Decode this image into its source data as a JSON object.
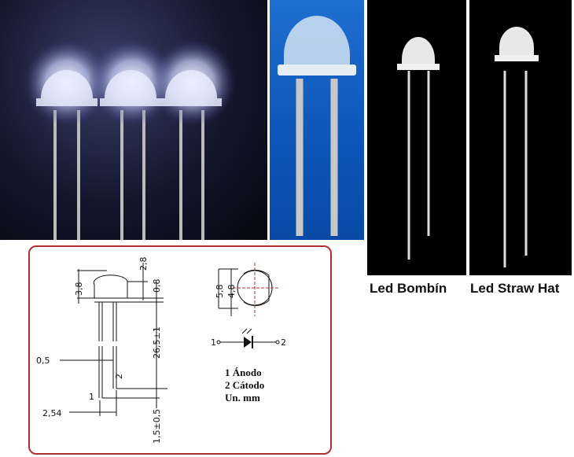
{
  "labels": {
    "bombin": "Led Bombín",
    "straw_hat": "Led Straw Hat"
  },
  "diagram": {
    "dims": {
      "height_dome": "3,8",
      "dome_top": "2,8",
      "flange": "0,8",
      "lead_length": "26,5±1",
      "lead_width": "0,5",
      "pitch": "2,54",
      "lead_diff": "1,5±0,5",
      "outer_dia": "5,8",
      "inner_dia": "4,8"
    },
    "pins": {
      "pin1": "1",
      "pin2": "2"
    },
    "legend": [
      "1 Ánodo",
      "2 Cátodo",
      "Un. mm"
    ]
  }
}
